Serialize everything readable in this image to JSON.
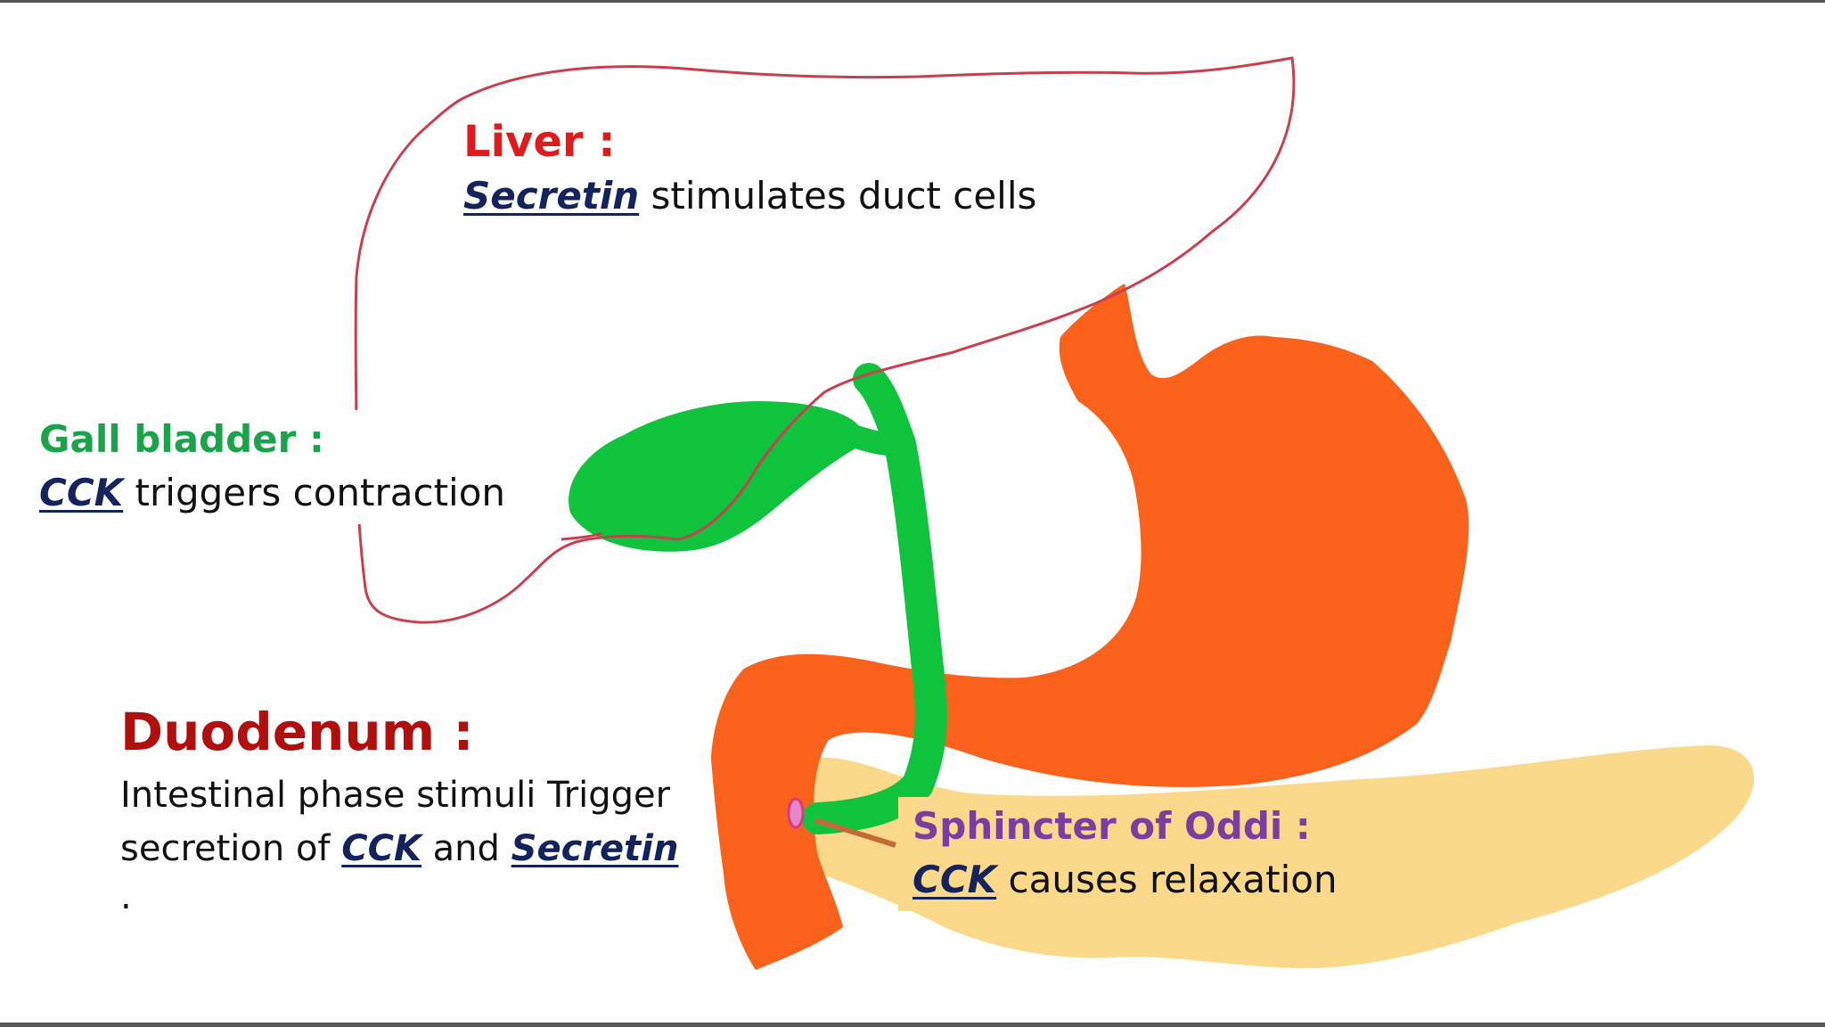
{
  "colors": {
    "liver_outline": "#c8404f",
    "gallbladder": "#0fc43c",
    "stomach": "#fa611a",
    "pancreas": "#fbd98a",
    "sphincter": "#e887c8",
    "liver_title": "#e11b1b",
    "gall_title": "#1aa34a",
    "duodenum_title": "#b10e0e",
    "sphincter_title": "#7a3ea0",
    "hormone_text": "#14235c"
  },
  "labels": {
    "liver": {
      "title": "Liver :",
      "hormone": "Secretin",
      "text": " stimulates duct cells"
    },
    "gall_bladder": {
      "title": "Gall bladder :",
      "hormone": "CCK",
      "text": " triggers contraction"
    },
    "duodenum": {
      "title": "Duodenum :",
      "line1": "Intestinal phase stimuli Trigger",
      "line2_pre": "secretion of ",
      "hormone1": "CCK",
      "line2_mid": " and ",
      "hormone2": "Secretin",
      "line3": "."
    },
    "sphincter": {
      "title": "Sphincter of Oddi :",
      "hormone": "CCK",
      "text": " causes relaxation"
    }
  }
}
